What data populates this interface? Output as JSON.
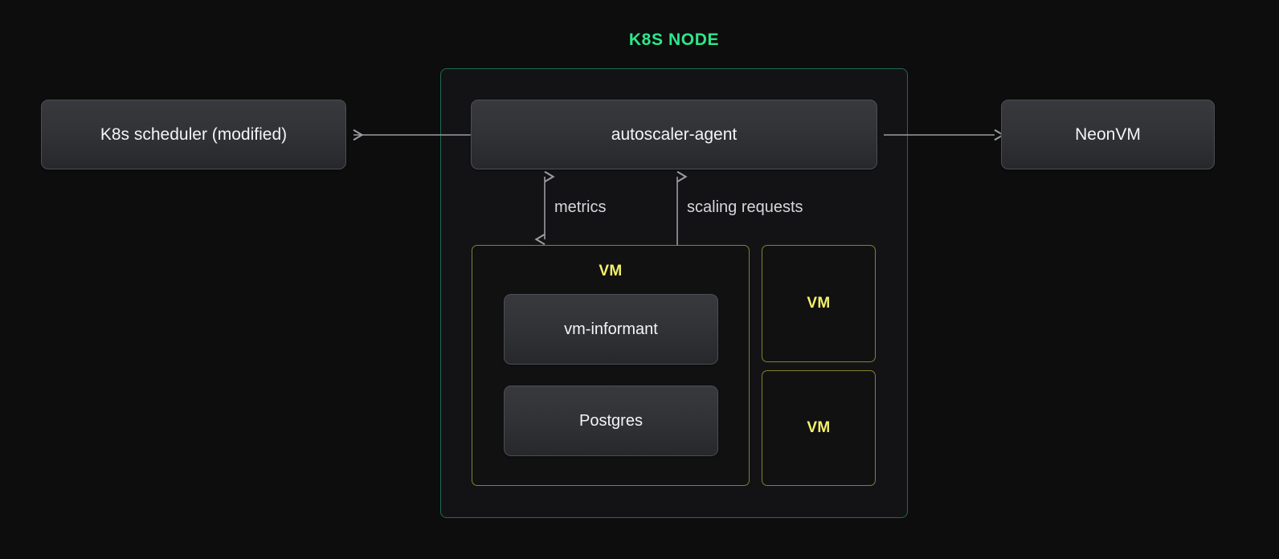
{
  "diagram": {
    "title": "K8S NODE",
    "title_color": "#2ee68a",
    "background_color": "#0d0d0d",
    "node_border_color": "#1d6b4e",
    "node_fill_color": "#131316",
    "vm_border_color": "#82812f",
    "vm_label_color": "#f4f06a",
    "card_text_color": "#f2f4f6",
    "arrow_color": "#9a9ca0"
  },
  "external": {
    "scheduler": {
      "label": "K8s scheduler (modified)"
    },
    "neonvm": {
      "label": "NeonVM"
    }
  },
  "node": {
    "agent": {
      "label": "autoscaler-agent"
    },
    "vm_main": {
      "label": "VM",
      "components": [
        {
          "label": "vm-informant"
        },
        {
          "label": "Postgres"
        }
      ]
    },
    "vm_others": [
      {
        "label": "VM"
      },
      {
        "label": "VM"
      }
    ]
  },
  "edges": [
    {
      "id": "agent-to-scheduler",
      "label": "",
      "direction": "left"
    },
    {
      "id": "agent-to-neonvm",
      "label": "",
      "direction": "right"
    },
    {
      "id": "agent-metrics",
      "label": "metrics",
      "direction": "both"
    },
    {
      "id": "agent-scaling",
      "label": "scaling requests",
      "direction": "both"
    }
  ],
  "edge_labels": {
    "metrics": "metrics",
    "scaling_requests": "scaling requests"
  }
}
